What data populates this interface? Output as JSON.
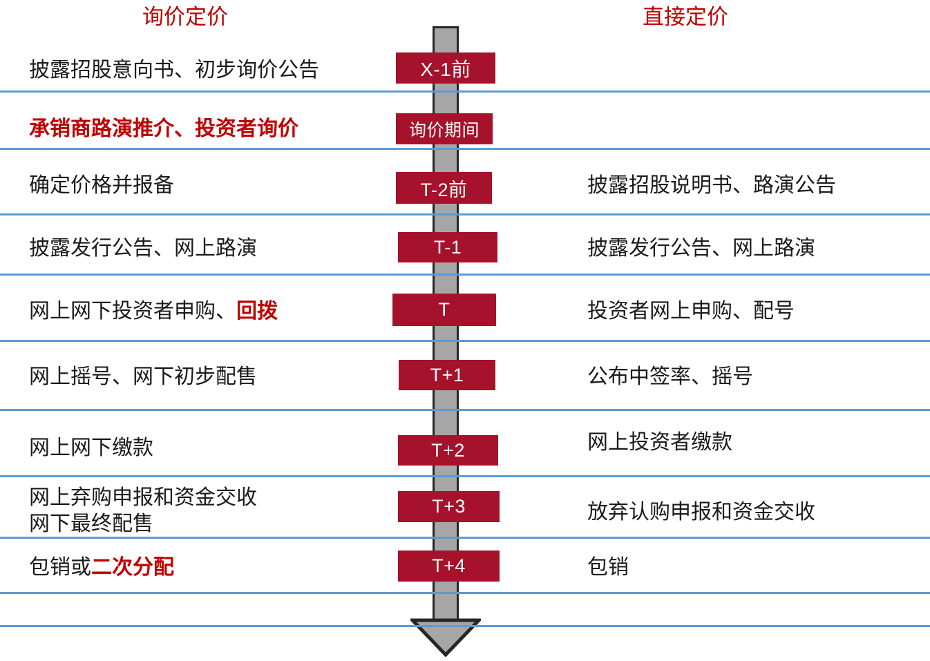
{
  "headers": {
    "left": "询价定价",
    "right": "直接定价"
  },
  "accent_colors": {
    "header_red": "#C00000",
    "chip_red": "#A6122C",
    "divider_blue": "#5B9BD5",
    "shaft_gray": "#A6A6A6",
    "shaft_border": "#262626",
    "body_text": "#1A1A1A"
  },
  "rows": [
    {
      "chip": "X-1前",
      "left": "披露招股意向书、初步询价公告",
      "left_style": "normal",
      "right": "",
      "right_style": "normal"
    },
    {
      "chip": "询价期间",
      "left": "承销商路演推介、投资者询价",
      "left_style": "bold-red",
      "right": "",
      "right_style": "normal"
    },
    {
      "chip": "T-2前",
      "left": "确定价格并报备",
      "left_style": "normal",
      "right": "披露招股说明书、路演公告",
      "right_style": "normal"
    },
    {
      "chip": "T-1",
      "left": "披露发行公告、网上路演",
      "left_style": "normal",
      "right": "披露发行公告、网上路演",
      "right_style": "normal"
    },
    {
      "chip": "T",
      "left_prefix": "网上网下投资者申购、",
      "left_emphasis": "回拨",
      "left_style": "mixed",
      "right": "投资者网上申购、配号",
      "right_style": "normal"
    },
    {
      "chip": "T+1",
      "left": "网上摇号、网下初步配售",
      "left_style": "normal",
      "right": "公布中签率、摇号",
      "right_style": "normal"
    },
    {
      "chip": "T+2",
      "left": "网上网下缴款",
      "left_style": "normal",
      "right": "网上投资者缴款",
      "right_style": "normal"
    },
    {
      "chip": "T+3",
      "left_line1": "网上弃购申报和资金交收",
      "left_line2": "网下最终配售",
      "left_style": "two-line",
      "right": "放弃认购申报和资金交收",
      "right_style": "normal"
    },
    {
      "chip": "T+4",
      "left_prefix": "包销或",
      "left_emphasis": "二次分配",
      "left_style": "mixed",
      "right": "包销",
      "right_style": "normal"
    }
  ]
}
